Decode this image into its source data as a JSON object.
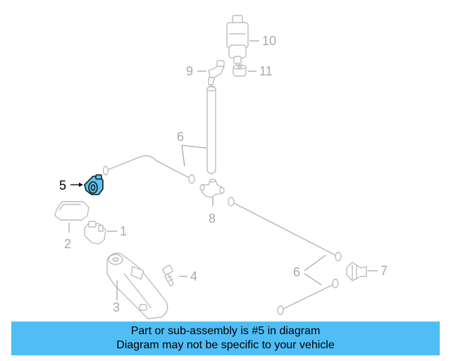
{
  "diagram": {
    "callouts": {
      "c1": "1",
      "c2": "2",
      "c3": "3",
      "c4": "4",
      "c5": "5",
      "c6a": "6",
      "c6b": "6",
      "c7": "7",
      "c8": "8",
      "c9": "9",
      "c10": "10",
      "c11": "11"
    },
    "highlighted_part": "5",
    "colors": {
      "highlight": "#5bc4f0",
      "banner": "#4fbef7",
      "parts": "#bdbdbd",
      "labels": "#a9a9a9"
    }
  },
  "banner": {
    "line1": "Part or sub-assembly is #5 in diagram",
    "line2": "Diagram may not be specific to your vehicle"
  }
}
